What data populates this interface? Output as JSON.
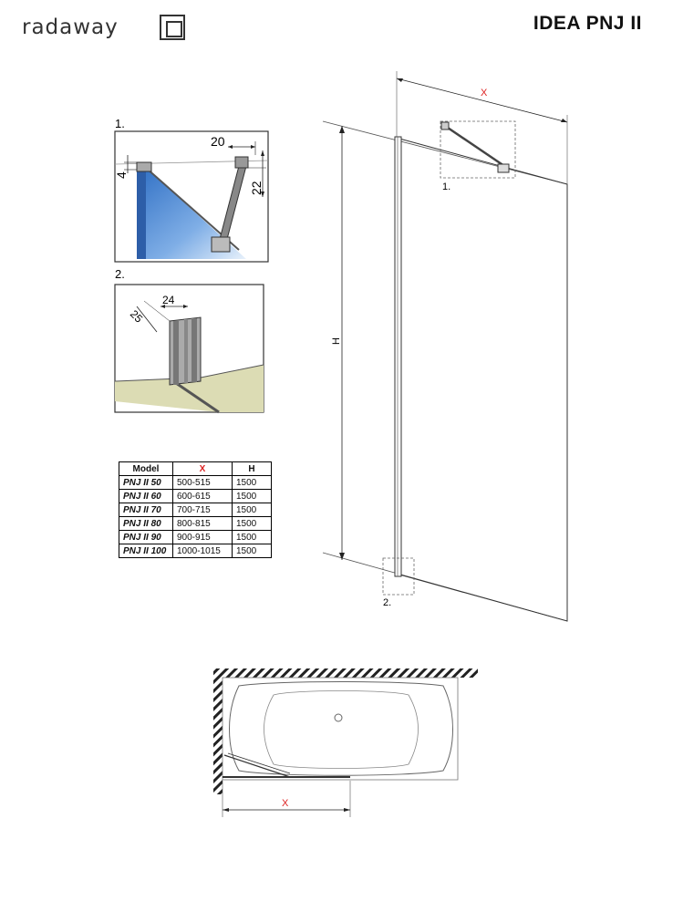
{
  "brand": {
    "name": "radaway"
  },
  "product": {
    "title": "IDEA PNJ II"
  },
  "detail1": {
    "label": "1.",
    "dim_top": "20",
    "dim_left": "4",
    "dim_right": "22"
  },
  "detail2": {
    "label": "2.",
    "dim_a": "25",
    "dim_b": "24"
  },
  "main_view": {
    "x_label": "X",
    "h_label": "H",
    "callout_1": "1.",
    "callout_2": "2."
  },
  "plan_view": {
    "x_label": "X"
  },
  "table": {
    "headers": {
      "model": "Model",
      "x": "X",
      "h": "H"
    },
    "rows": [
      {
        "model": "PNJ II 50",
        "x": "500-515",
        "h": "1500"
      },
      {
        "model": "PNJ II 60",
        "x": "600-615",
        "h": "1500"
      },
      {
        "model": "PNJ II 70",
        "x": "700-715",
        "h": "1500"
      },
      {
        "model": "PNJ II 80",
        "x": "800-815",
        "h": "1500"
      },
      {
        "model": "PNJ II 90",
        "x": "900-915",
        "h": "1500"
      },
      {
        "model": "PNJ II 100",
        "x": "1000-1015",
        "h": "1500"
      }
    ]
  },
  "colors": {
    "header_x": "#dd2222",
    "glass": "#3f7fd0",
    "floor": "#dcdcb4"
  }
}
